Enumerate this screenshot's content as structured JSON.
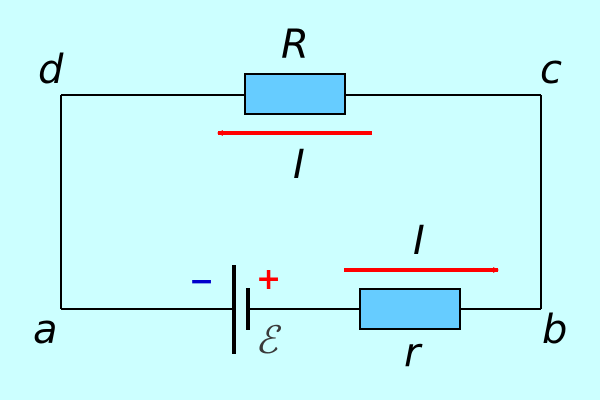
{
  "nodes": {
    "a": "a",
    "b": "b",
    "c": "c",
    "d": "d"
  },
  "components": {
    "external_resistor": "R",
    "internal_resistor": "r",
    "emf": "ℰ",
    "battery_negative": "−",
    "battery_positive": "+"
  },
  "currents": {
    "top": "I",
    "bottom": "I"
  },
  "colors": {
    "background": "#ccffff",
    "wire": "#000000",
    "resistor_fill": "#66ccff",
    "arrow": "#ff0000",
    "negative": "#0000cc",
    "positive": "#ff0000"
  }
}
